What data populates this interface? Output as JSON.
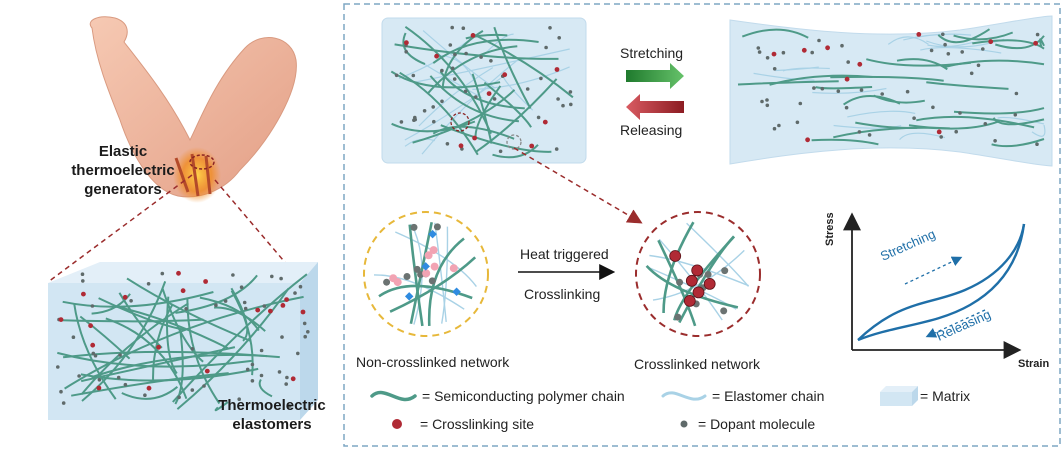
{
  "left_panel": {
    "device_label": "Elastic thermoelectric generators",
    "material_label": "Thermoelectric elastomers"
  },
  "right_panel": {
    "stretch_label": "Stretching",
    "release_label": "Releasing",
    "heat_label": "Heat triggered",
    "crosslink_label": "Crosslinking",
    "noncrosslinked_label": "Non-crosslinked network",
    "crosslinked_label": "Crosslinked network",
    "graph": {
      "y_axis": "Stress",
      "x_axis": "Strain",
      "stretch_curve_label": "Stretching",
      "release_curve_label": "Releasing"
    }
  },
  "legend": {
    "polymer": "= Semiconducting polymer chain",
    "elastomer": "= Elastomer chain",
    "matrix": "= Matrix",
    "crosslink_site": "= Crosslinking site",
    "dopant": "= Dopant molecule"
  },
  "colors": {
    "polymer_chain": "#4e9a88",
    "elastomer_chain": "#a9d2e6",
    "matrix": "#d7e9f4",
    "crosslink_site": "#b02a35",
    "dopant": "#5f6a6a",
    "curve": "#1f6fa8",
    "dashed_border": "#7fa7c4",
    "leader_line": "#9b2d2d",
    "circle_yellow": "#e7b83a",
    "green_arrow": "#2f8f3a",
    "red_arrow": "#a6262e"
  }
}
